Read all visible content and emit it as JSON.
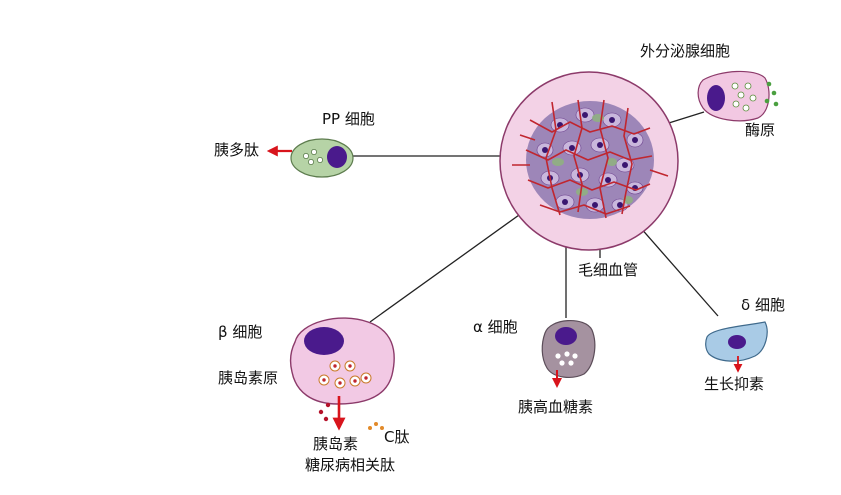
{
  "labels": {
    "exocrine_cell": "外分泌腺细胞",
    "zymogen": "酶原",
    "pp_cell": "PP 细胞",
    "pancreatic_polypeptide": "胰多肽",
    "capillary": "毛细血管",
    "beta_cell": "β 细胞",
    "proinsulin": "胰岛素原",
    "insulin": "胰岛素",
    "c_peptide": "C肽",
    "amylin": "糖尿病相关肽",
    "alpha_cell": "α 细胞",
    "glucagon": "胰高血糖素",
    "delta_cell": "δ  细胞",
    "somatostatin": "生长抑素"
  },
  "colors": {
    "islet_fill": "#f3d2e6",
    "capillary": "#c0262f",
    "pp_cell": "#b6d3a6",
    "beta_cell": "#f2c9e4",
    "alpha_cell": "#a592a0",
    "delta_cell": "#a9cbe6",
    "exocrine_cell": "#f2c8e2",
    "nucleus": "#4a1a8c",
    "secretion_arrow": "#d8141c"
  }
}
